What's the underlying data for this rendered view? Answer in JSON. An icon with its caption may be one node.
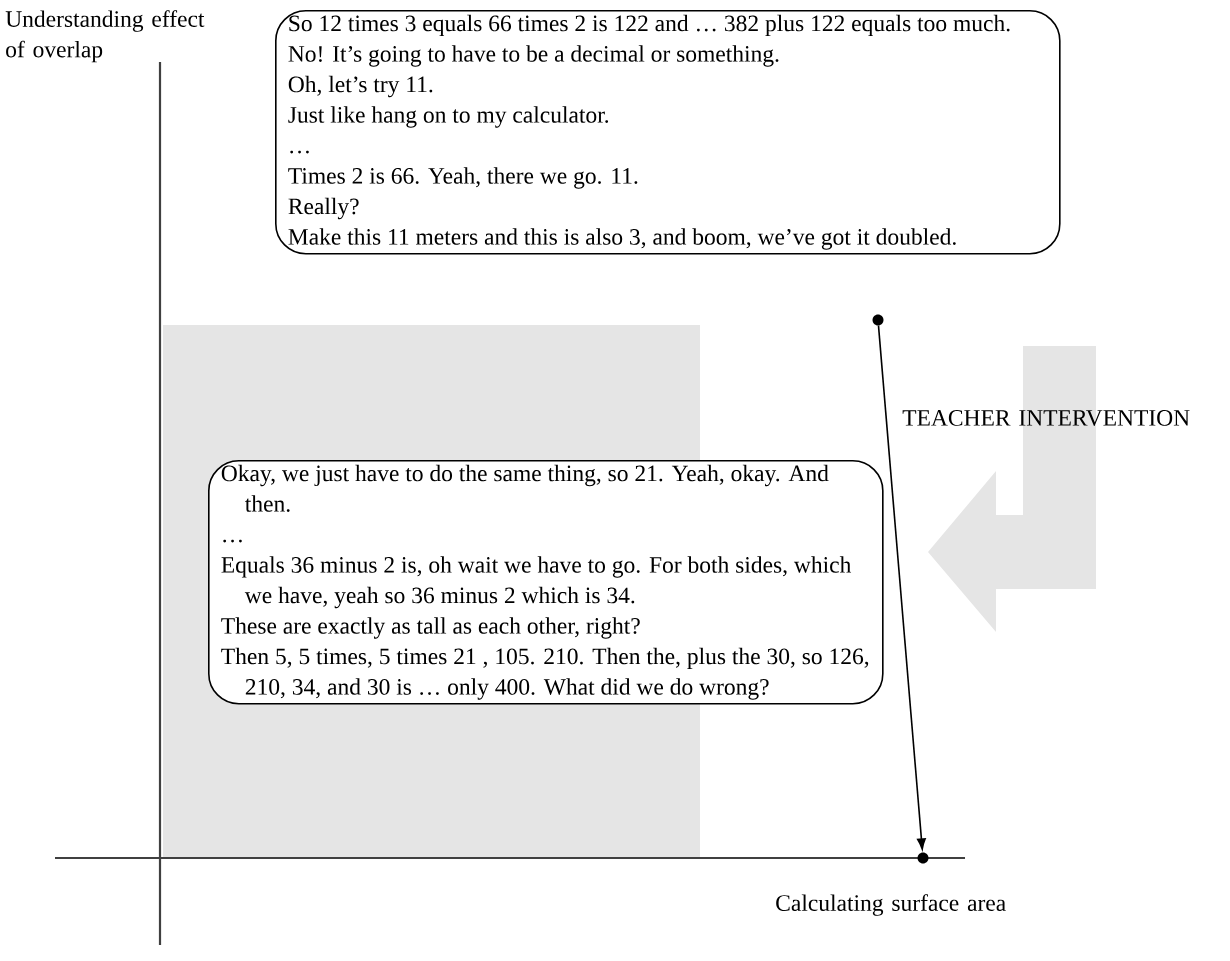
{
  "diagram": {
    "nodes": [
      {
        "text": [
          "So 12 times 3 equals 66 times 2 is 122 and … 382 plus 122 equals too much.",
          "No! It’s going to have to be a decimal or something.",
          "Oh, let’s try 11.",
          "Just like hang on to my calculator.",
          "…",
          "Times 2 is 66. Yeah, there we go. 11.",
          "Really?",
          "Make this 11 meters and this is also 3, and boom, we’ve got it doubled."
        ]
      },
      {
        "text": [
          "Okay, we just have to do the same thing, so 21. Yeah, okay. And then.",
          "…",
          "Equals 36 minus 2 is, oh wait we have to go. For both sides, which we have, yeah so 36 minus 2 which is 34.",
          "These are exactly as tall as each other, right?",
          "Then 5, 5 times, 5 times 21 , 105. 210. Then the, plus the 30, so 126, 210, 34, and 30 is … only 400. What did we do wrong?"
        ]
      },
      {
        "text": [],
        "shape": "circle"
      },
      {
        "text": [],
        "shape": "circle"
      }
    ],
    "edges": [
      {
        "from": 2,
        "to": 3,
        "arrow": "to"
      }
    ],
    "labels": [
      "Understanding effect of overlap",
      "TEACHER INTERVENTION",
      "Calculating surface area"
    ]
  }
}
